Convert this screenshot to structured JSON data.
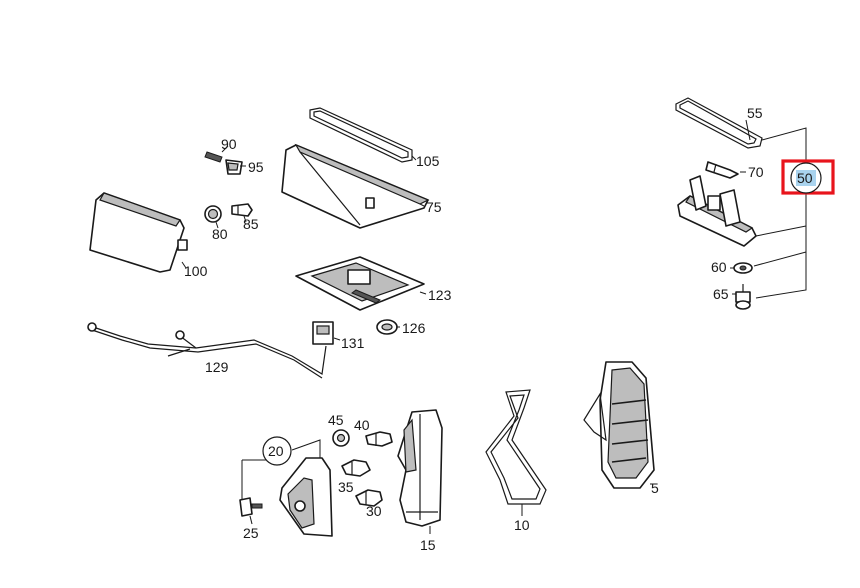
{
  "diagram": {
    "callouts": [
      {
        "id": "c90",
        "text": "90"
      },
      {
        "id": "c95",
        "text": "95"
      },
      {
        "id": "c80",
        "text": "80"
      },
      {
        "id": "c85",
        "text": "85"
      },
      {
        "id": "c100",
        "text": "100"
      },
      {
        "id": "c105",
        "text": "105"
      },
      {
        "id": "c75",
        "text": "75"
      },
      {
        "id": "c123",
        "text": "123"
      },
      {
        "id": "c126",
        "text": "126"
      },
      {
        "id": "c131",
        "text": "131"
      },
      {
        "id": "c129",
        "text": "129"
      },
      {
        "id": "c55",
        "text": "55"
      },
      {
        "id": "c70",
        "text": "70"
      },
      {
        "id": "c50",
        "text": "50"
      },
      {
        "id": "c60",
        "text": "60"
      },
      {
        "id": "c65",
        "text": "65"
      },
      {
        "id": "c45",
        "text": "45"
      },
      {
        "id": "c40",
        "text": "40"
      },
      {
        "id": "c20",
        "text": "20"
      },
      {
        "id": "c35",
        "text": "35"
      },
      {
        "id": "c30",
        "text": "30"
      },
      {
        "id": "c25",
        "text": "25"
      },
      {
        "id": "c15",
        "text": "15"
      },
      {
        "id": "c10",
        "text": "10"
      },
      {
        "id": "c5",
        "text": "5"
      }
    ],
    "highlight": {
      "callout": "50",
      "color": "#e8141c",
      "fill": "#a9d3ee"
    }
  }
}
